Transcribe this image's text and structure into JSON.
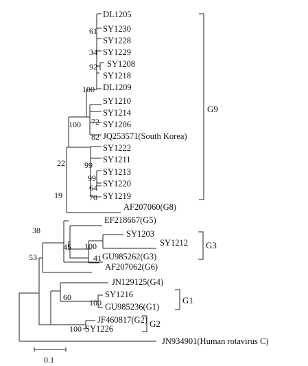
{
  "leaves": {
    "DL1205": "DL1205",
    "SY1230": "SY1230",
    "SY1228": "SY1228",
    "SY1229": "SY1229",
    "SY1208": "SY1208",
    "SY1218": "SY1218",
    "DL1209": "DL1209",
    "SY1210": "SY1210",
    "SY1214": "SY1214",
    "SY1206": "SY1206",
    "JQ253571": "JQ253571(South Korea)",
    "SY1222": "SY1222",
    "SY1211": "SY1211",
    "SY1213": "SY1213",
    "SY1220": "SY1220",
    "SY1219": "SY1219",
    "AF207060": "AF207060(G8)",
    "EF218667": "EF218667(G5)",
    "SY1203": "SY1203",
    "SY1212": "SY1212",
    "GU985262": "GU985262(G3)",
    "AF207062": "AF207062(G6)",
    "JN129125": "JN129125(G4)",
    "SY1216": "SY1216",
    "GU985236": "GU985236(G1)",
    "JF460817": "JF460817(G2)",
    "SY1226": "SY1226",
    "JN934901": "JN934901(Human rotavirus C)"
  },
  "support": {
    "s61": "61",
    "s34": "34",
    "s92": "92",
    "s100a": "100",
    "s72": "72",
    "s82": "82",
    "s100b": "100",
    "s99a": "99",
    "s99b": "99",
    "s64": "64",
    "s70": "70",
    "s22": "22",
    "s19": "19",
    "s38": "38",
    "s45": "45",
    "s100c": "100",
    "s41": "41",
    "s53": "53",
    "s60": "60",
    "s100d": "100",
    "s100e": "100"
  },
  "groups": {
    "G9": "G9",
    "G3": "G3",
    "G1": "G1",
    "G2": "G2"
  },
  "scale": {
    "label": "0.1"
  }
}
